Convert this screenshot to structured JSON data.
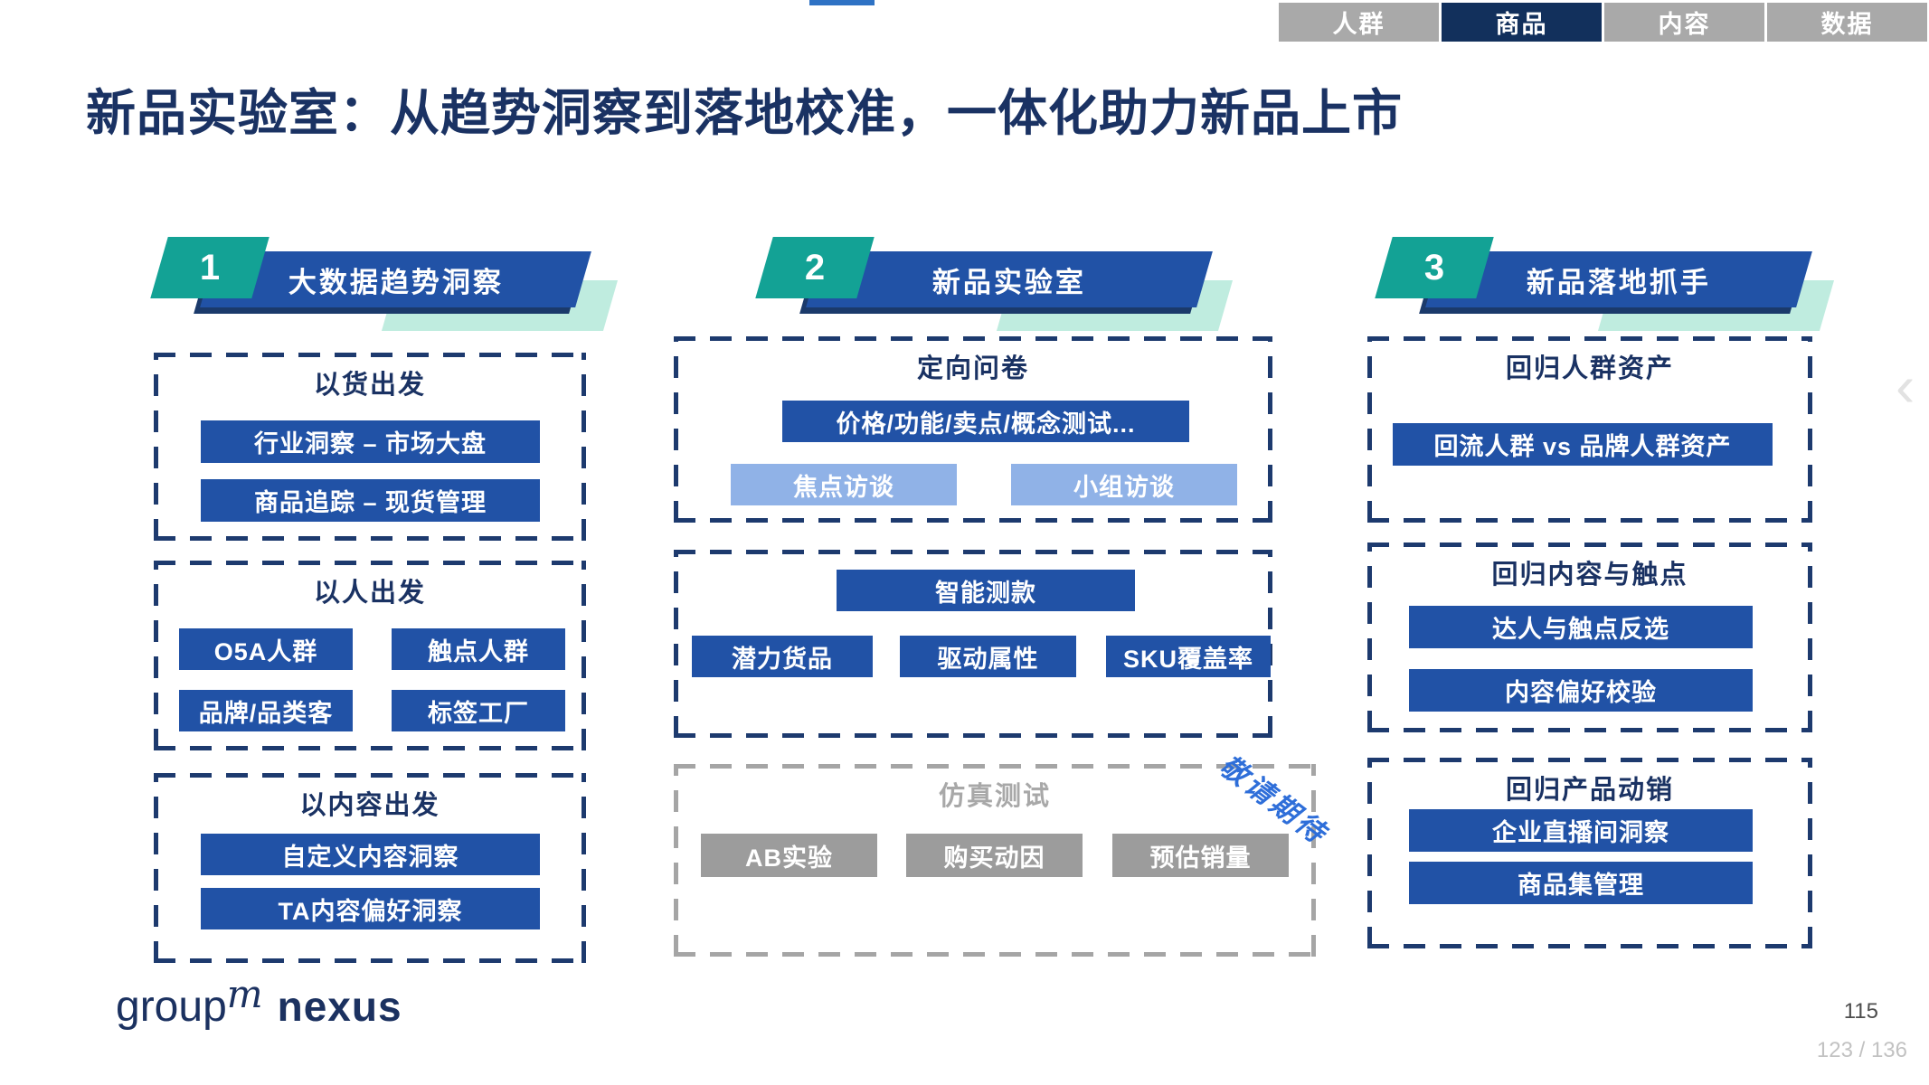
{
  "page": {
    "title": "新品实验室：从趋势洞察到落地校准，一体化助力新品上市",
    "page_number": "115",
    "slide_counter": "123 / 136"
  },
  "tabs": [
    {
      "label": "人群",
      "active": false
    },
    {
      "label": "商品",
      "active": true
    },
    {
      "label": "内容",
      "active": false
    },
    {
      "label": "数据",
      "active": false
    }
  ],
  "nav": {
    "chevron_left": "‹"
  },
  "columns": [
    {
      "number": "1",
      "header": "大数据趋势洞察",
      "sections": [
        {
          "title": "以货出发",
          "buttons": [
            "行业洞察 – 市场大盘",
            "商品追踪 – 现货管理"
          ]
        },
        {
          "title": "以人出发",
          "buttons": [
            "O5A人群",
            "触点人群",
            "品牌/品类客",
            "标签工厂"
          ]
        },
        {
          "title": "以内容出发",
          "buttons": [
            "自定义内容洞察",
            "TA内容偏好洞察"
          ]
        }
      ]
    },
    {
      "number": "2",
      "header": "新品实验室",
      "sections": [
        {
          "title": "定向问卷",
          "primary_button": "价格/功能/卖点/概念测试...",
          "light_buttons": [
            "焦点访谈",
            "小组访谈"
          ]
        },
        {
          "title": "智能测款",
          "buttons": [
            "潜力货品",
            "驱动属性",
            "SKU覆盖率"
          ]
        },
        {
          "title": "仿真测试",
          "buttons": [
            "AB实验",
            "购买动因",
            "预估销量"
          ],
          "ribbon": "敬请期待"
        }
      ]
    },
    {
      "number": "3",
      "header": "新品落地抓手",
      "sections": [
        {
          "title": "回归人群资产",
          "buttons": [
            "回流人群 vs 品牌人群资产"
          ]
        },
        {
          "title": "回归内容与触点",
          "buttons": [
            "达人与触点反选",
            "内容偏好校验"
          ]
        },
        {
          "title": "回归产品动销",
          "buttons": [
            "企业直播间洞察",
            "商品集管理"
          ]
        }
      ]
    }
  ],
  "footer": {
    "logo_group": "group",
    "logo_m": "m",
    "logo_nexus": "nexus"
  },
  "colors": {
    "primary_blue": "#2152a6",
    "navy_text": "#1a3263",
    "teal_badge": "#13a295",
    "mint_accent": "#bfecdf",
    "light_blue_button": "#90b2e7",
    "gray_button": "#9c9c9c",
    "tab_inactive": "#a9a9a9",
    "tab_active": "#12305c",
    "coming_soon_blue": "#2e6ed9"
  }
}
